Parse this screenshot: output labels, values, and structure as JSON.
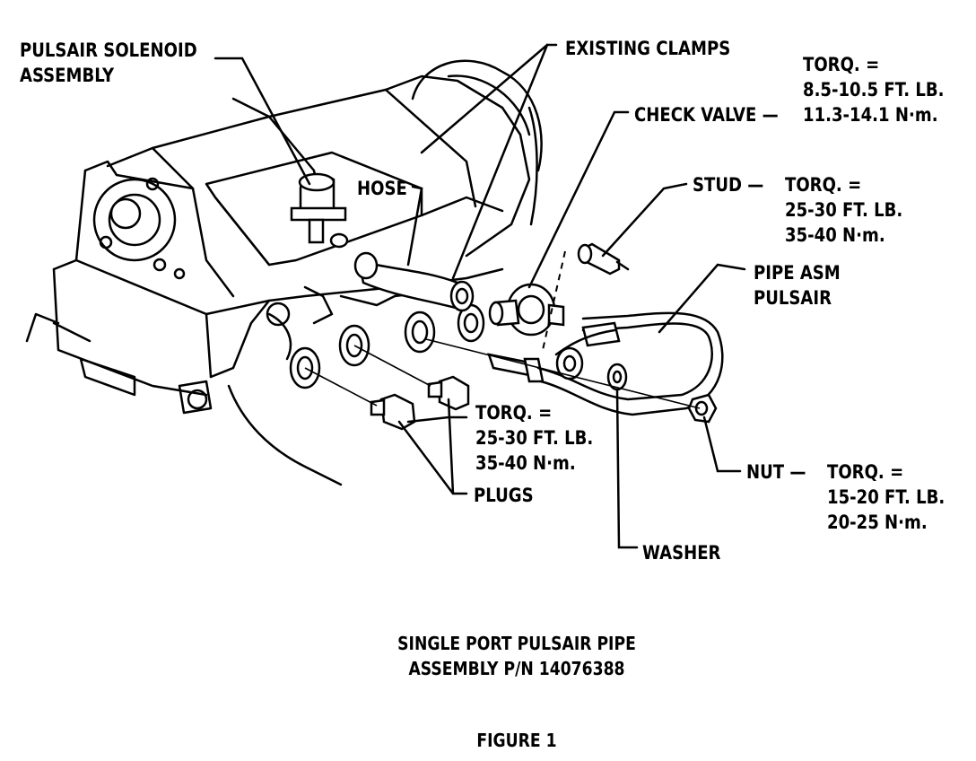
{
  "labels": {
    "solenoid_1": "PULSAIR SOLENOID",
    "solenoid_2": "ASSEMBLY",
    "existing_clamps": "EXISTING CLAMPS",
    "torq_check_1": "TORQ. =",
    "torq_check_2": "8.5-10.5 FT. LB.",
    "check_valve": "CHECK VALVE —",
    "torq_check_3": "11.3-14.1 N·m.",
    "hose": "HOSE",
    "stud": "STUD —",
    "torq_stud_1": "TORQ. =",
    "torq_stud_2": "25-30 FT. LB.",
    "torq_stud_3": "35-40 N·m.",
    "pipe_1": "PIPE ASM",
    "pipe_2": "PULSAIR",
    "torq_plug_1": "TORQ. =",
    "torq_plug_2": "25-30 FT. LB.",
    "torq_plug_3": "35-40 N·m.",
    "plugs": "PLUGS",
    "nut": "NUT —",
    "torq_nut_1": "TORQ. =",
    "torq_nut_2": "15-20 FT. LB.",
    "torq_nut_3": "20-25 N·m.",
    "washer": "WASHER"
  },
  "caption": {
    "line1": "SINGLE PORT PULSAIR PIPE",
    "line2": "ASSEMBLY P/N 14076388",
    "figure": "FIGURE 1"
  },
  "colors": {
    "ink": "#000000",
    "paper": "#ffffff"
  }
}
